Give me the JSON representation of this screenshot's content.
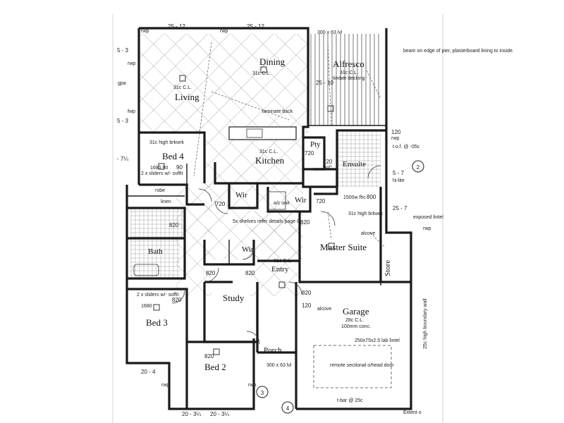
{
  "rooms": {
    "dining": "Dining",
    "living": "Living",
    "alfresco": "Alfresco",
    "bed4": "Bed 4",
    "kitchen": "Kitchen",
    "pty": "Pty",
    "ensuite": "Ensuite",
    "wir_left": "Wir",
    "wir_right": "Wir",
    "bath": "Bath",
    "master_suite": "Master Suite",
    "wir_mid": "Wir",
    "entry": "Entry",
    "study": "Study",
    "garage": "Garage",
    "bed3": "Bed 3",
    "porch": "Porch",
    "bed2": "Bed 2",
    "store": "Store"
  },
  "notes": {
    "dining_ceiling": "31c C.L.",
    "alfresco_ceiling": "31c C.L.",
    "alfresco_decking": "timber decking",
    "living_ceiling": "31c C.L.",
    "beam_note": "beam on edge of pier, plasterboard lining to inside.",
    "kitchen_ceiling": "31c C.L.",
    "laminate": "laminate back",
    "bed4_brkwk": "31c high brkwrk",
    "bed4_dims": "1680 90",
    "bed4_sliders": "2 x sliders w/- soffit",
    "robe": "robe",
    "linen": "linen",
    "shelves": "5x shelves refer details page 8",
    "ac_unit": "a/c unit",
    "fhc": "1500w fhc",
    "master_brkwk": "31c high brkwrk",
    "alcove": "alcove",
    "exposed_lintel": "exposed lintel",
    "entry_ceiling": "31c C.L.",
    "garage_ceiling": "28c C.L.",
    "garage_slab": "100mm conc.",
    "garage_lintel": "250x75x2.5 lab lintel",
    "garage_door": "remote sectional o/head door",
    "bed3_sliders": "2 x sliders w/- soffit",
    "bed3_dims": "1680",
    "boundary_wall": "25c high boundary wall",
    "extent": "Extent o",
    "beam_top": "300 x 63 lvl",
    "beam_porch": "300 x 63 lvl",
    "tbar": "t-bar @ 25c",
    "tof": "t.o.f. @ -05c",
    "wc": "W/C",
    "hi_lite": "hi-lite",
    "alcove2": "alcove"
  },
  "dimensions": {
    "top_left": "25 - 12",
    "top_right": "25 - 12",
    "left_top": "5 - 3",
    "left_mid": "5 - 3",
    "left_low": "- 7¼",
    "alfresco_side": "25 - 10",
    "ensuite_side": "5 - 7",
    "master_side": "25 - 7",
    "bed2_bottom_left": "20 - 3¼",
    "bed2_bottom_right": "20 - 3¼",
    "bed3_bottom": "20 - 4",
    "d720_a": "720",
    "d720_b": "720",
    "d720_c": "720",
    "d720_d": "720",
    "d820_a": "820",
    "d820_b": "820",
    "d820_c": "820",
    "d820_d": "820",
    "d820_e": "820",
    "d820_f": "820",
    "d820_g": "820",
    "d800": "800",
    "d120_a": "120",
    "d120_b": "120",
    "d90": "90"
  },
  "markers": {
    "m2": "2",
    "m3": "3",
    "m4": "4"
  },
  "tags": {
    "rwp": "rwp",
    "gpa": "gpa",
    "fwp": "fwp"
  }
}
